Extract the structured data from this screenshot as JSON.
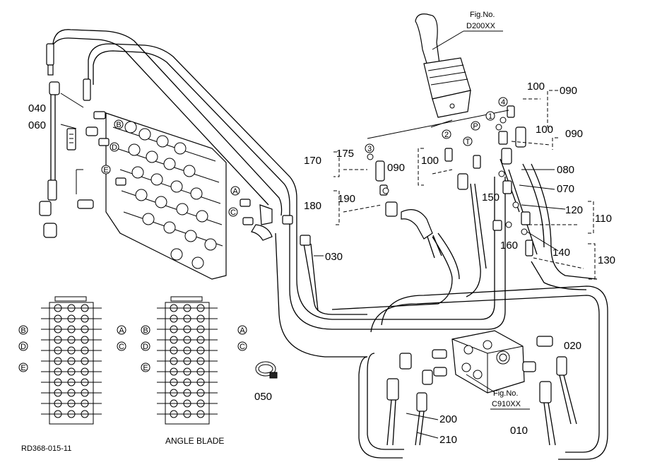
{
  "figure_refs": {
    "top": {
      "line1": "Fig.No.",
      "line2": "D200XX"
    },
    "bottom": {
      "line1": "Fig.No.",
      "line2": "C910XX"
    }
  },
  "parts": {
    "p010": "010",
    "p020": "020",
    "p030": "030",
    "p040": "040",
    "p050": "050",
    "p060": "060",
    "p070": "070",
    "p080": "080",
    "p090a": "090",
    "p090b": "090",
    "p090c": "090",
    "p100a": "100",
    "p100b": "100",
    "p100c": "100",
    "p110": "110",
    "p120": "120",
    "p130": "130",
    "p140": "140",
    "p150": "150",
    "p160": "160",
    "p170": "170",
    "p175": "175",
    "p180": "180",
    "p190": "190",
    "p200": "200",
    "p210": "210"
  },
  "port_markers": {
    "A": "A",
    "B": "B",
    "C": "C",
    "D": "D",
    "E": "E",
    "P": "P",
    "T": "T"
  },
  "numbered_markers": {
    "n1": "1",
    "n2": "2",
    "n3": "3",
    "n4": "4"
  },
  "captions": {
    "drawing_code": "RD368-015-11",
    "angle_blade": "ANGLE BLADE"
  }
}
